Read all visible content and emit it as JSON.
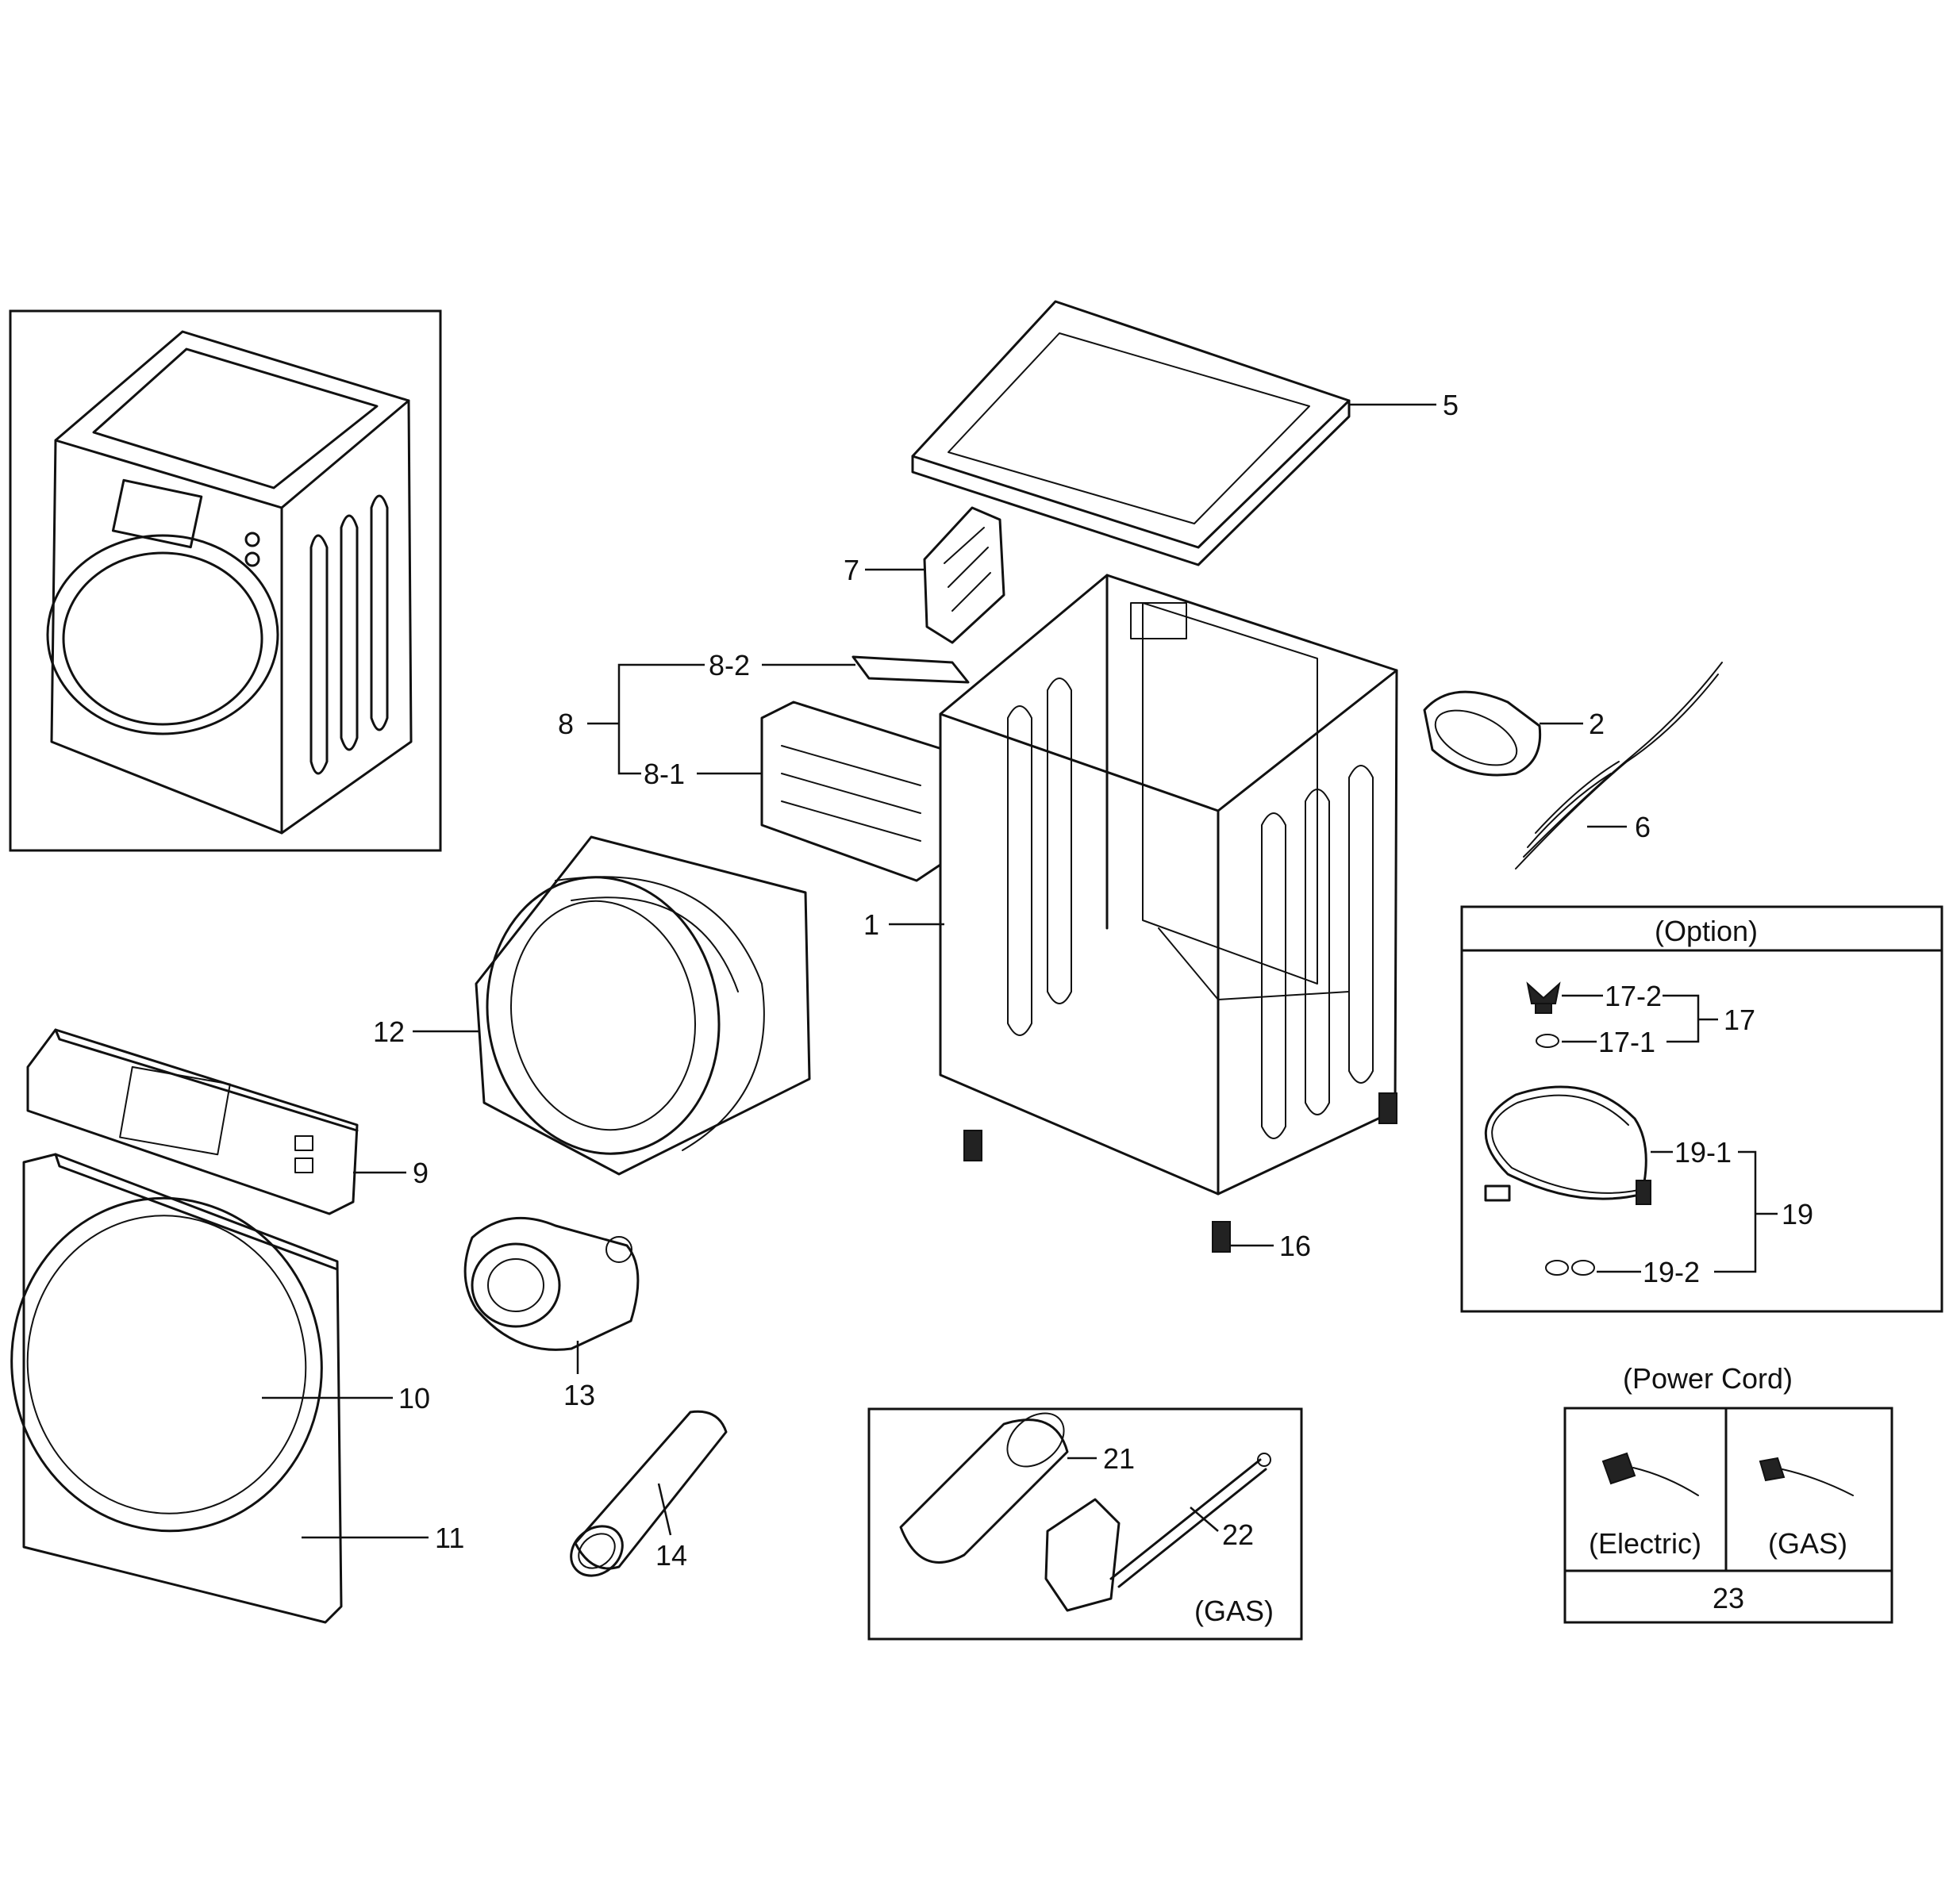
{
  "callouts": {
    "p1": "1",
    "p2": "2",
    "p5": "5",
    "p6": "6",
    "p7": "7",
    "p8": "8",
    "p8_1": "8-1",
    "p8_2": "8-2",
    "p9": "9",
    "p10": "10",
    "p11": "11",
    "p12": "12",
    "p13": "13",
    "p14": "14",
    "p16": "16",
    "p17": "17",
    "p17_1": "17-1",
    "p17_2": "17-2",
    "p19": "19",
    "p19_1": "19-1",
    "p19_2": "19-2",
    "p21": "21",
    "p22": "22",
    "p23": "23"
  },
  "option_box": {
    "title": "(Option)"
  },
  "gas_box": {
    "label": "(GAS)"
  },
  "power_cord_box": {
    "title": "(Power Cord)",
    "electric_label": "(Electric)",
    "gas_label": "(GAS)"
  },
  "icons": [
    "assembled-dryer-icon",
    "top-cover-icon",
    "cabinet-icon",
    "drum-icon",
    "control-panel-icon",
    "front-frame-icon",
    "blower-icon",
    "duct-icon",
    "wire-harness-icon",
    "filter-cover-icon",
    "hose-icon",
    "gas-burner-icon",
    "power-plug-icon"
  ]
}
